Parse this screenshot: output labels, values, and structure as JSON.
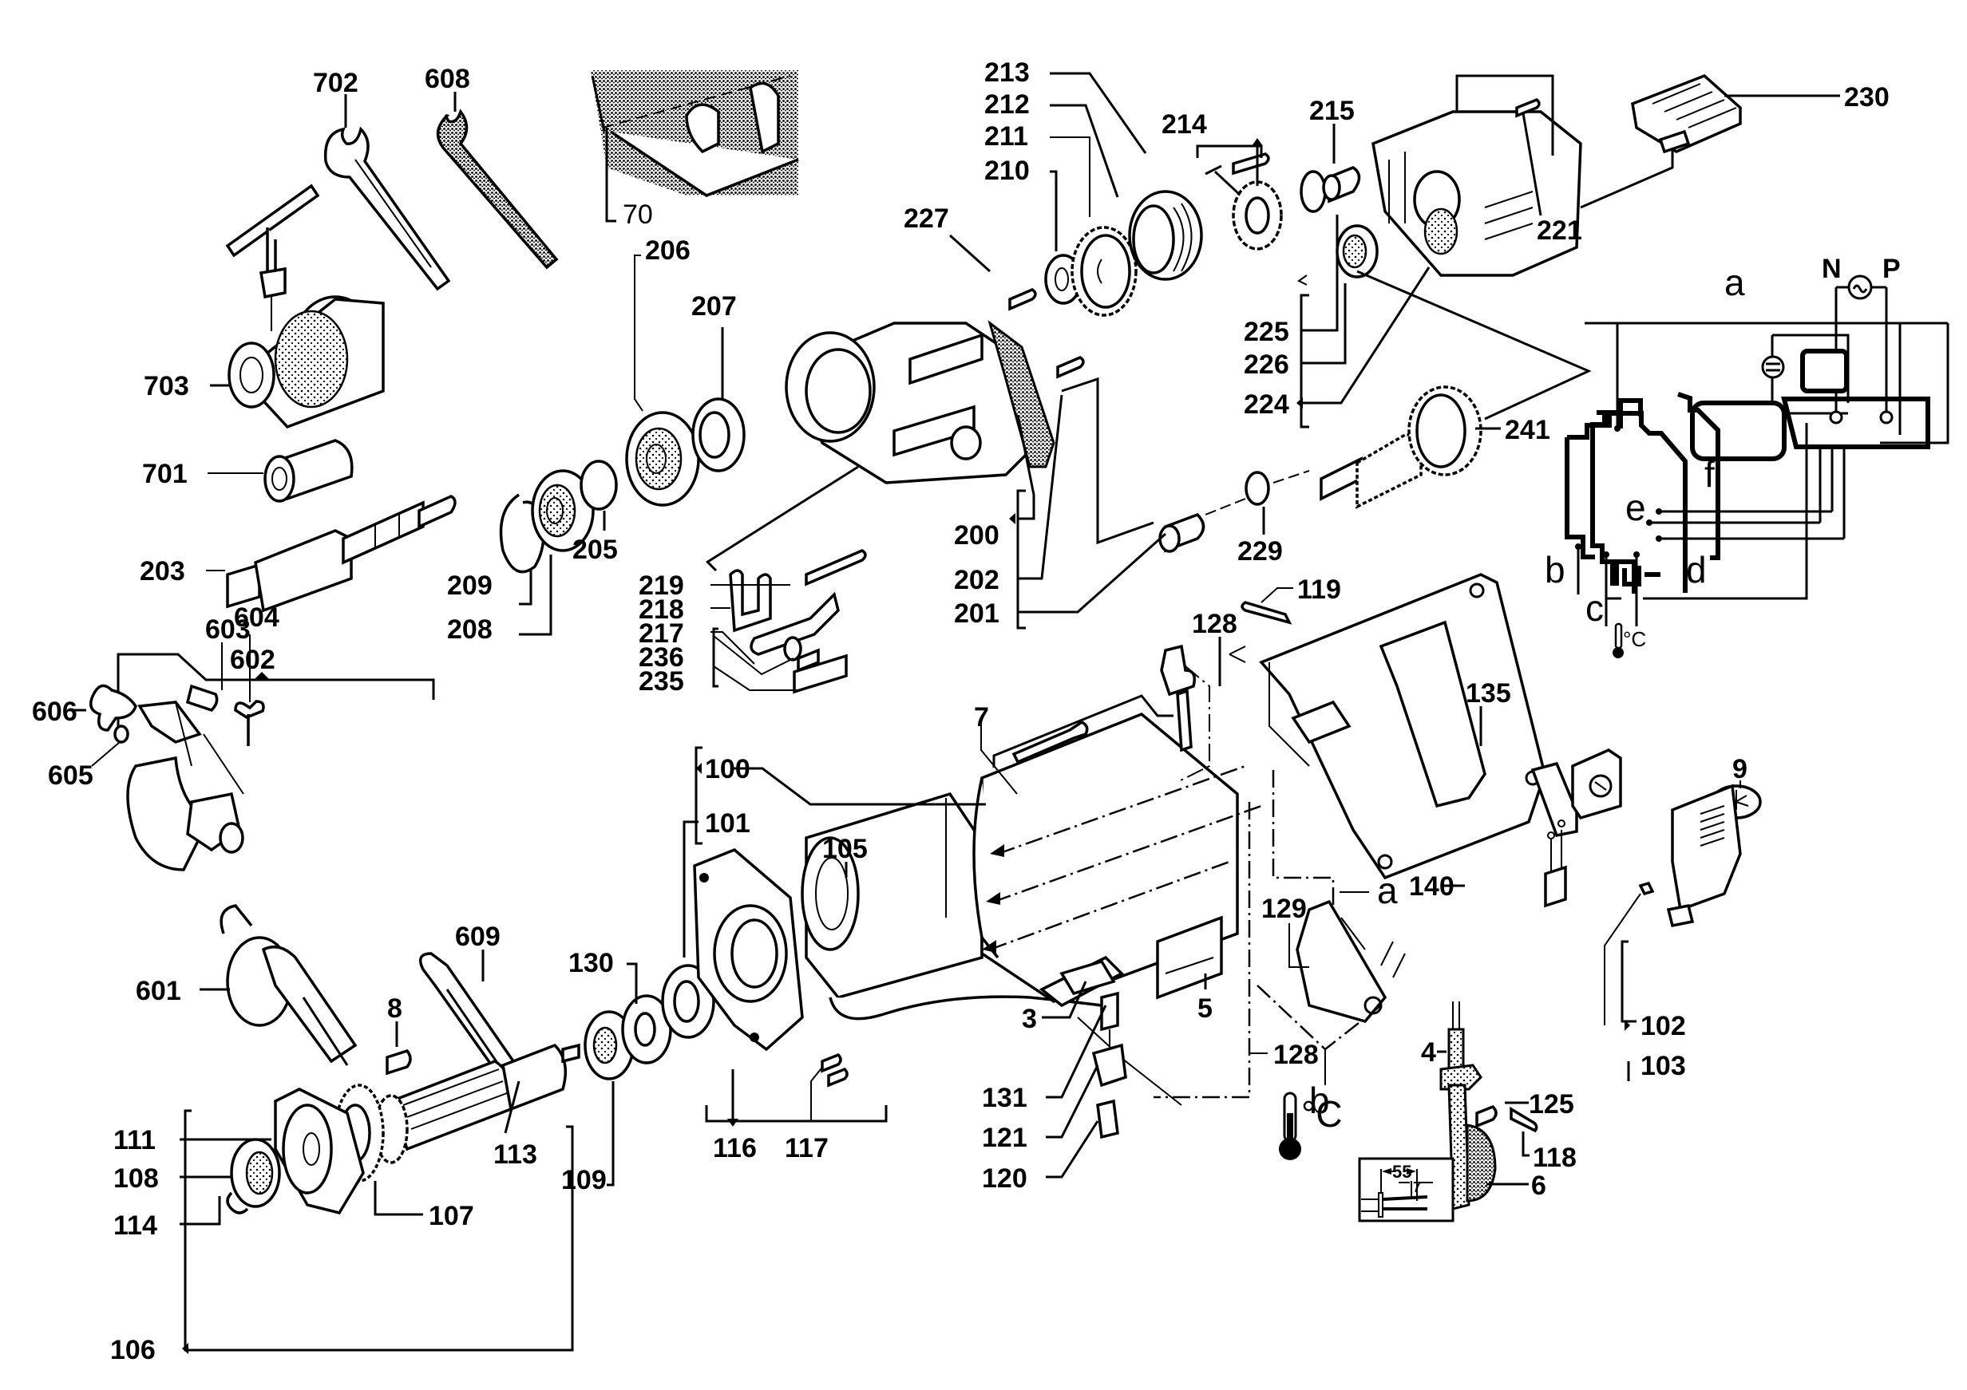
{
  "diagram": {
    "type": "exploded-parts-view",
    "subject": "power drill",
    "part_labels": {
      "p702": "702",
      "p608": "608",
      "p70": "70",
      "p703": "703",
      "p701": "701",
      "p203": "203",
      "p209": "209",
      "p208": "208",
      "p205": "205",
      "p206": "206",
      "p207": "207",
      "p227": "227",
      "p210": "210",
      "p211": "211",
      "p212": "212",
      "p213": "213",
      "p214": "214",
      "p215": "215",
      "p221": "221",
      "p230": "230",
      "p225": "225",
      "p226": "226",
      "p224": "224",
      "p241": "241",
      "p229": "229",
      "p200": "200",
      "p202": "202",
      "p201": "201",
      "p219": "219",
      "p218": "218",
      "p217": "217",
      "p236": "236",
      "p235": "235",
      "p119": "119",
      "p128a": "128",
      "p128b": "128",
      "p7": "7",
      "p100": "100",
      "p101": "101",
      "p105": "105",
      "p606": "606",
      "p602": "602",
      "p603": "603",
      "p604": "604",
      "p605": "605",
      "p601": "601",
      "p609": "609",
      "p130": "130",
      "p8": "8",
      "p111": "111",
      "p108": "108",
      "p114": "114",
      "p106": "106",
      "p113": "113",
      "p107": "107",
      "p109": "109",
      "p116": "116",
      "p117": "117",
      "p3": "3",
      "p5": "5",
      "p131": "131",
      "p121": "121",
      "p120": "120",
      "p129": "129",
      "p135": "135",
      "p140": "140",
      "p9": "9",
      "p102": "102",
      "p103": "103",
      "p4": "4",
      "p125": "125",
      "p118": "118",
      "p6": "6"
    },
    "wiring_labels": {
      "a_top": "a",
      "a_mid": "a",
      "b_circuit": "b",
      "b_lower": "b",
      "c": "c",
      "d": "d",
      "e": "e",
      "f": "f",
      "n": "N",
      "p": "P"
    },
    "thermo_labels": {
      "deg_c_circuit": "°C",
      "deg_c_lower": "°C"
    },
    "brush_dimension_inset": {
      "length": "55",
      "min_wear": "7"
    }
  }
}
